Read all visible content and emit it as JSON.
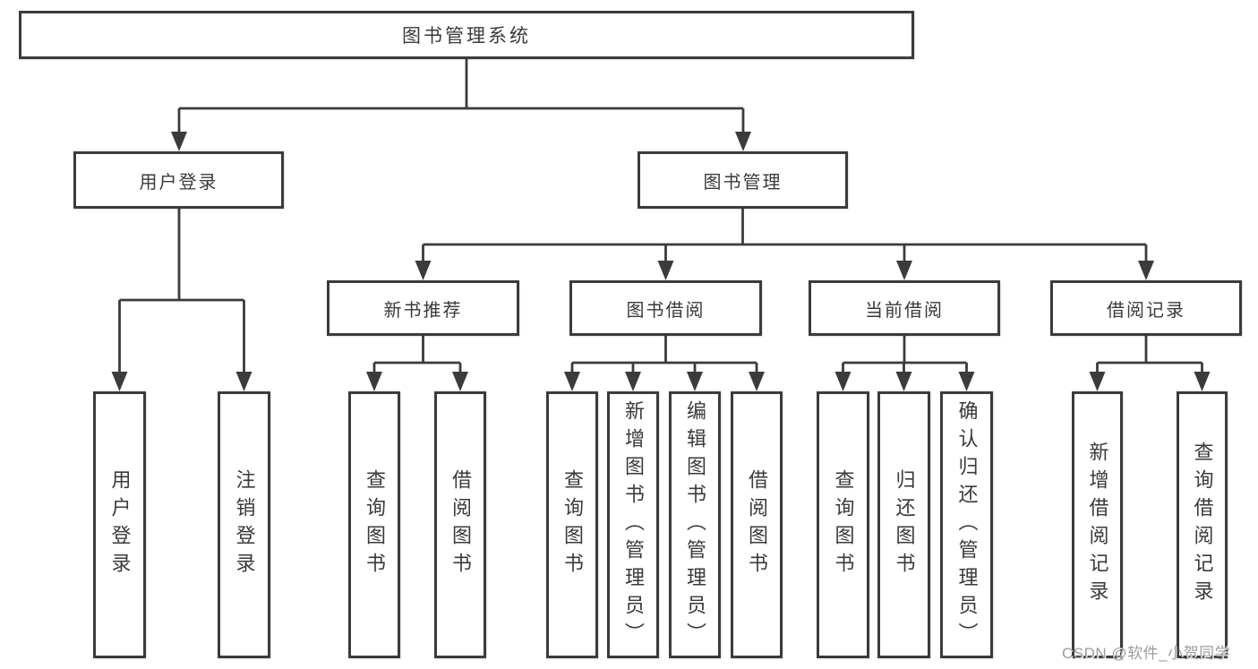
{
  "colors": {
    "line": "#3b3b3b",
    "text": "#3a3a3a",
    "background": "#ffffff",
    "watermark_text": "#9c9c9c"
  },
  "watermark": "CSDN @软件_小贺同学",
  "tree": {
    "label": "图书管理系统",
    "children": [
      {
        "label": "用户登录",
        "children": [
          {
            "label": "用户登录"
          },
          {
            "label": "注销登录"
          }
        ]
      },
      {
        "label": "图书管理",
        "children": [
          {
            "label": "新书推荐",
            "children": [
              {
                "label": "查询图书"
              },
              {
                "label": "借阅图书"
              }
            ]
          },
          {
            "label": "图书借阅",
            "children": [
              {
                "label": "查询图书"
              },
              {
                "label": "新增图书（管理员）"
              },
              {
                "label": "编辑图书（管理员）"
              },
              {
                "label": "借阅图书"
              }
            ]
          },
          {
            "label": "当前借阅",
            "children": [
              {
                "label": "查询图书"
              },
              {
                "label": "归还图书"
              },
              {
                "label": "确认归还（管理员）"
              }
            ]
          },
          {
            "label": "借阅记录",
            "children": [
              {
                "label": "新增借阅记录"
              },
              {
                "label": "查询借阅记录"
              }
            ]
          }
        ]
      }
    ]
  }
}
